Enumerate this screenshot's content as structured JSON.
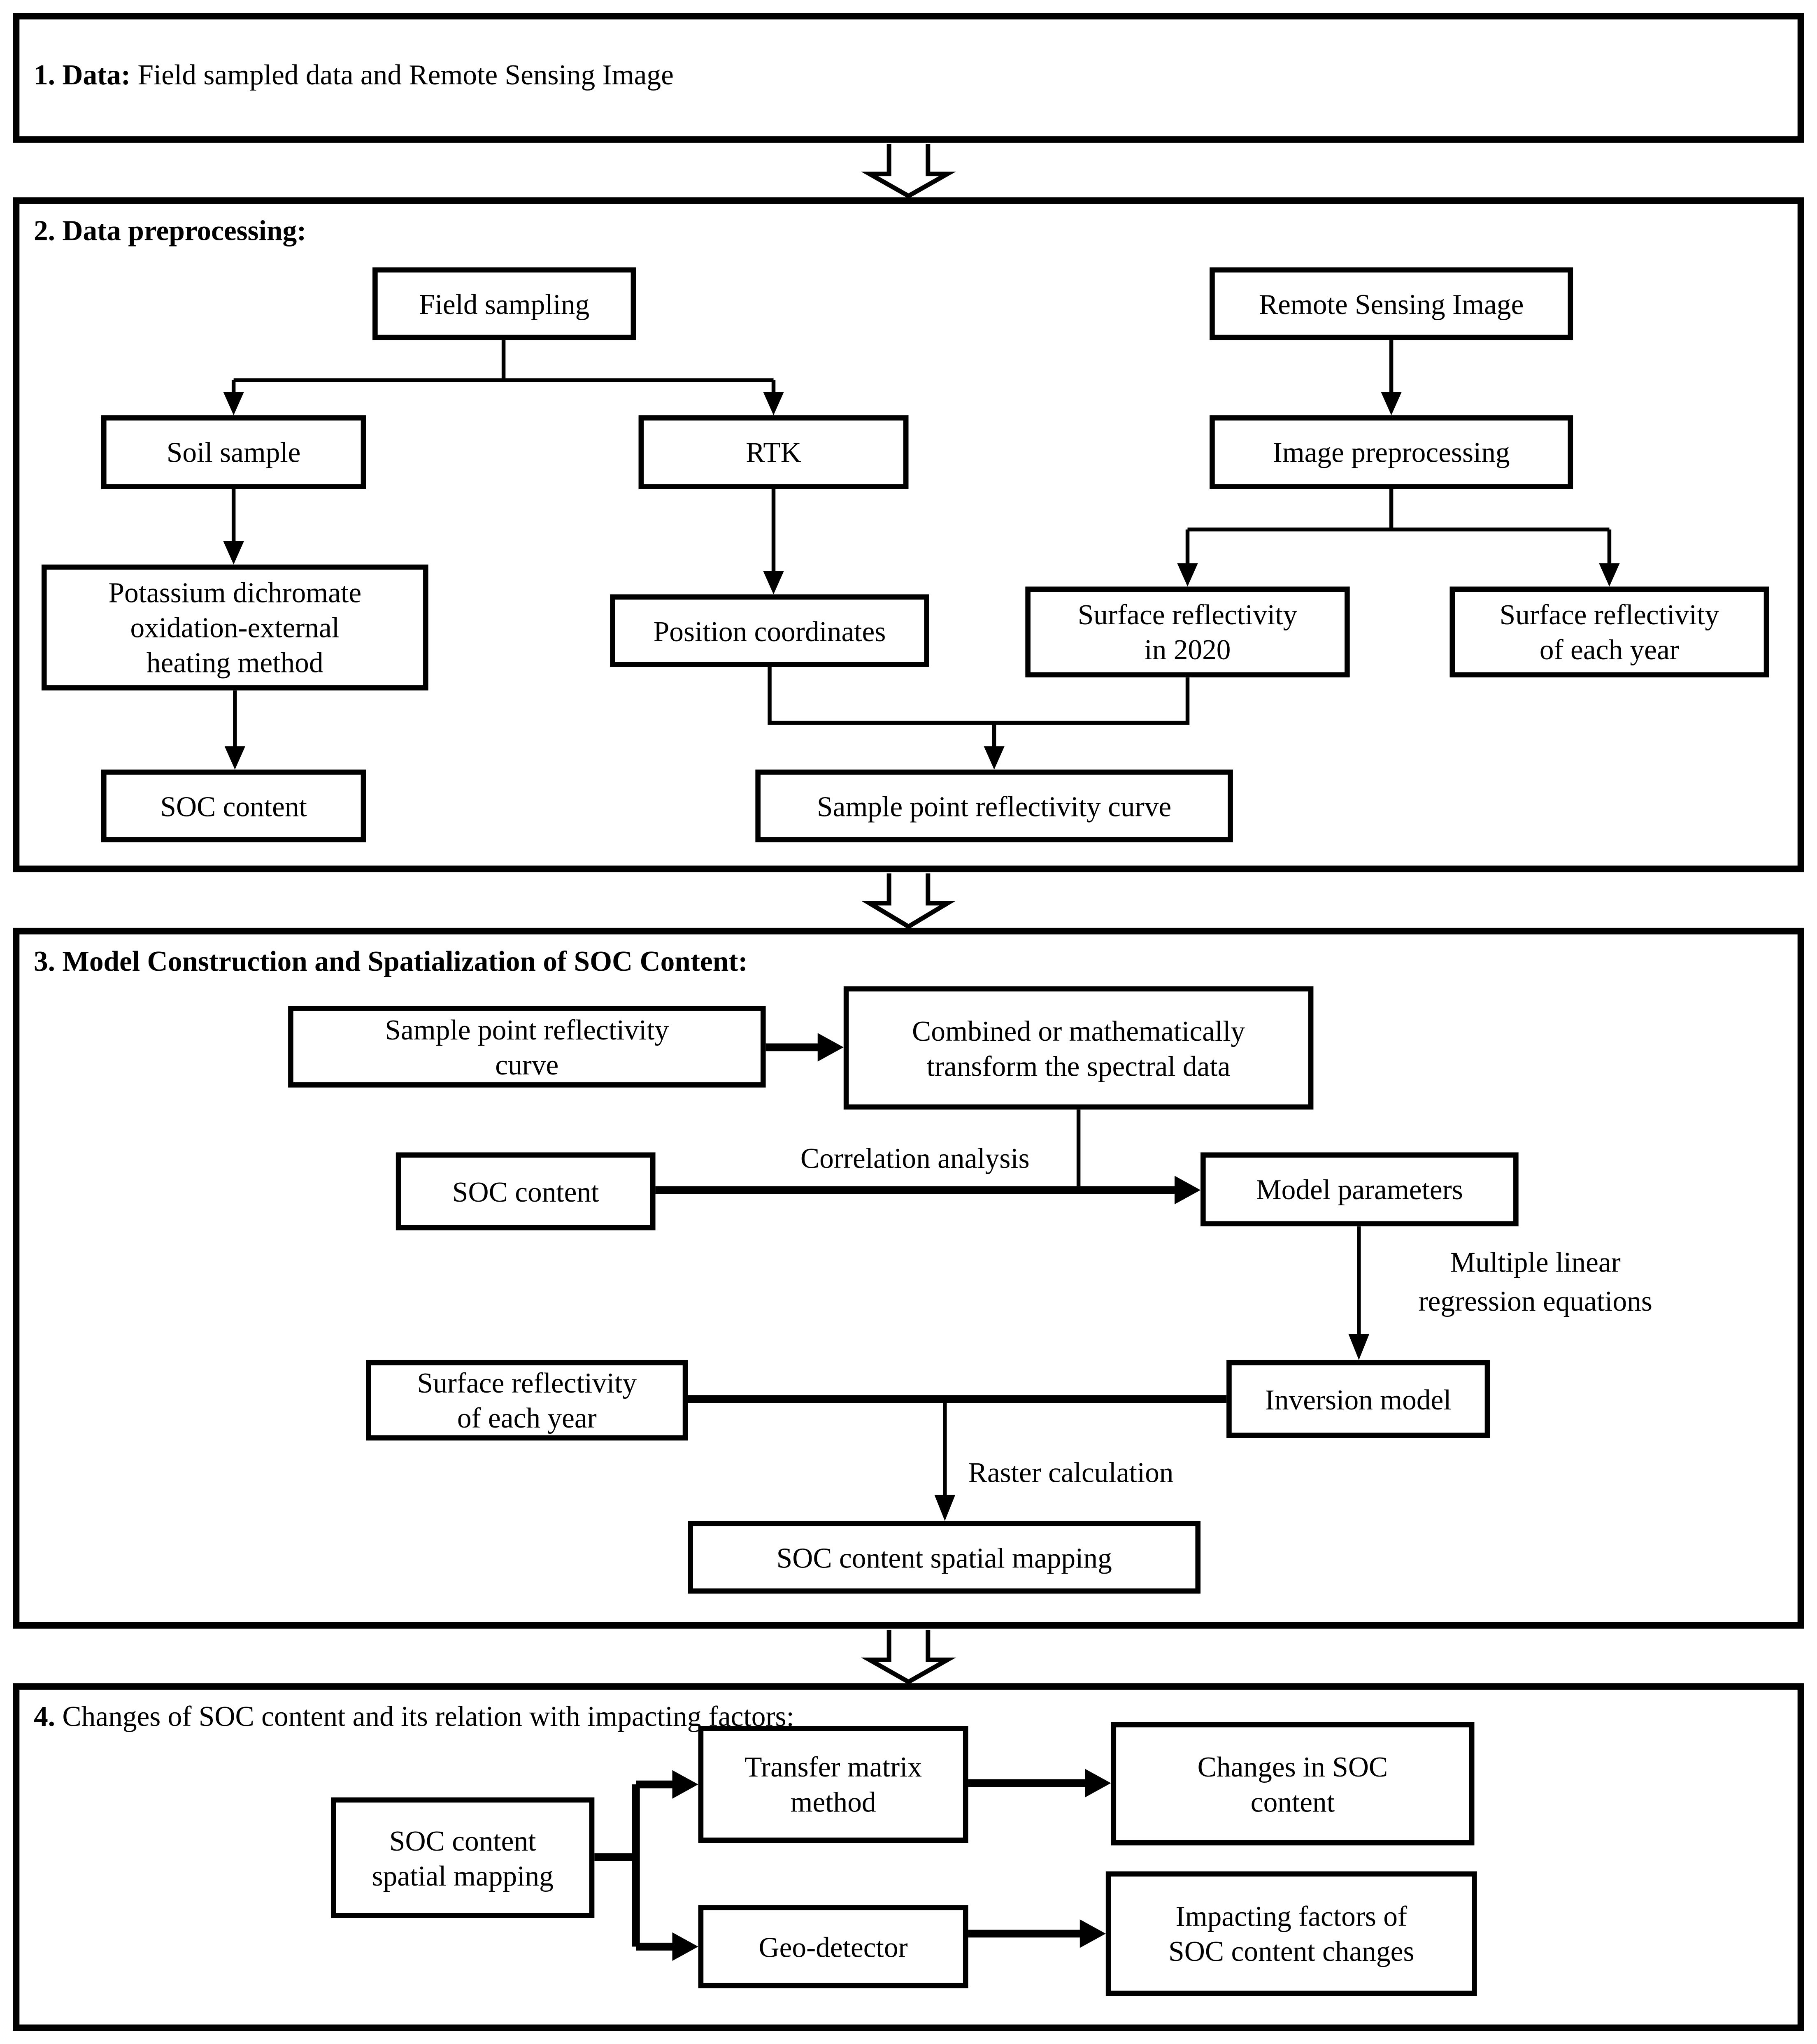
{
  "colors": {
    "ink": "#000000",
    "background": "#ffffff"
  },
  "sections": {
    "s1": {
      "title_bold": "1. Data:",
      "title_rest": " Field sampled data and Remote Sensing Image"
    },
    "s2": {
      "title_bold": "2. Data preprocessing:",
      "title_rest": "",
      "nodes": {
        "field_sampling": "Field sampling",
        "remote_sensing_image": "Remote Sensing Image",
        "soil_sample": "Soil sample",
        "rtk": "RTK",
        "image_preprocessing": "Image preprocessing",
        "potassium": "Potassium dichromate\noxidation-external\nheating method",
        "position_coordinates": "Position coordinates",
        "surface_reflectivity_2020": "Surface reflectivity\nin 2020",
        "surface_reflectivity_each_year": "Surface reflectivity\nof each year",
        "soc_content": "SOC content",
        "sample_point_reflectivity_curve": "Sample point reflectivity curve"
      }
    },
    "s3": {
      "title_bold": "3. Model Construction and Spatialization of SOC Content:",
      "title_rest": "",
      "nodes": {
        "sample_point_reflectivity_curve": "Sample point reflectivity\ncurve",
        "combined_transform": "Combined or mathematically\ntransform the spectral data",
        "soc_content": "SOC content",
        "model_parameters": "Model parameters",
        "surface_reflectivity_each_year": "Surface reflectivity\nof each year",
        "inversion_model": "Inversion model",
        "soc_spatial_mapping": "SOC content spatial mapping"
      },
      "edge_labels": {
        "correlation": "Correlation analysis",
        "mlr": "Multiple linear\nregression equations",
        "raster": "Raster calculation"
      }
    },
    "s4": {
      "title_bold": "4.",
      "title_rest": " Changes of SOC content and its relation with impacting factors:",
      "nodes": {
        "soc_spatial_mapping": "SOC content\nspatial mapping",
        "transfer_matrix": "Transfer matrix\nmethod",
        "changes_in_soc": "Changes in SOC\ncontent",
        "geo_detector": "Geo-detector",
        "impacting_factors": "Impacting factors of\nSOC content changes"
      }
    }
  }
}
